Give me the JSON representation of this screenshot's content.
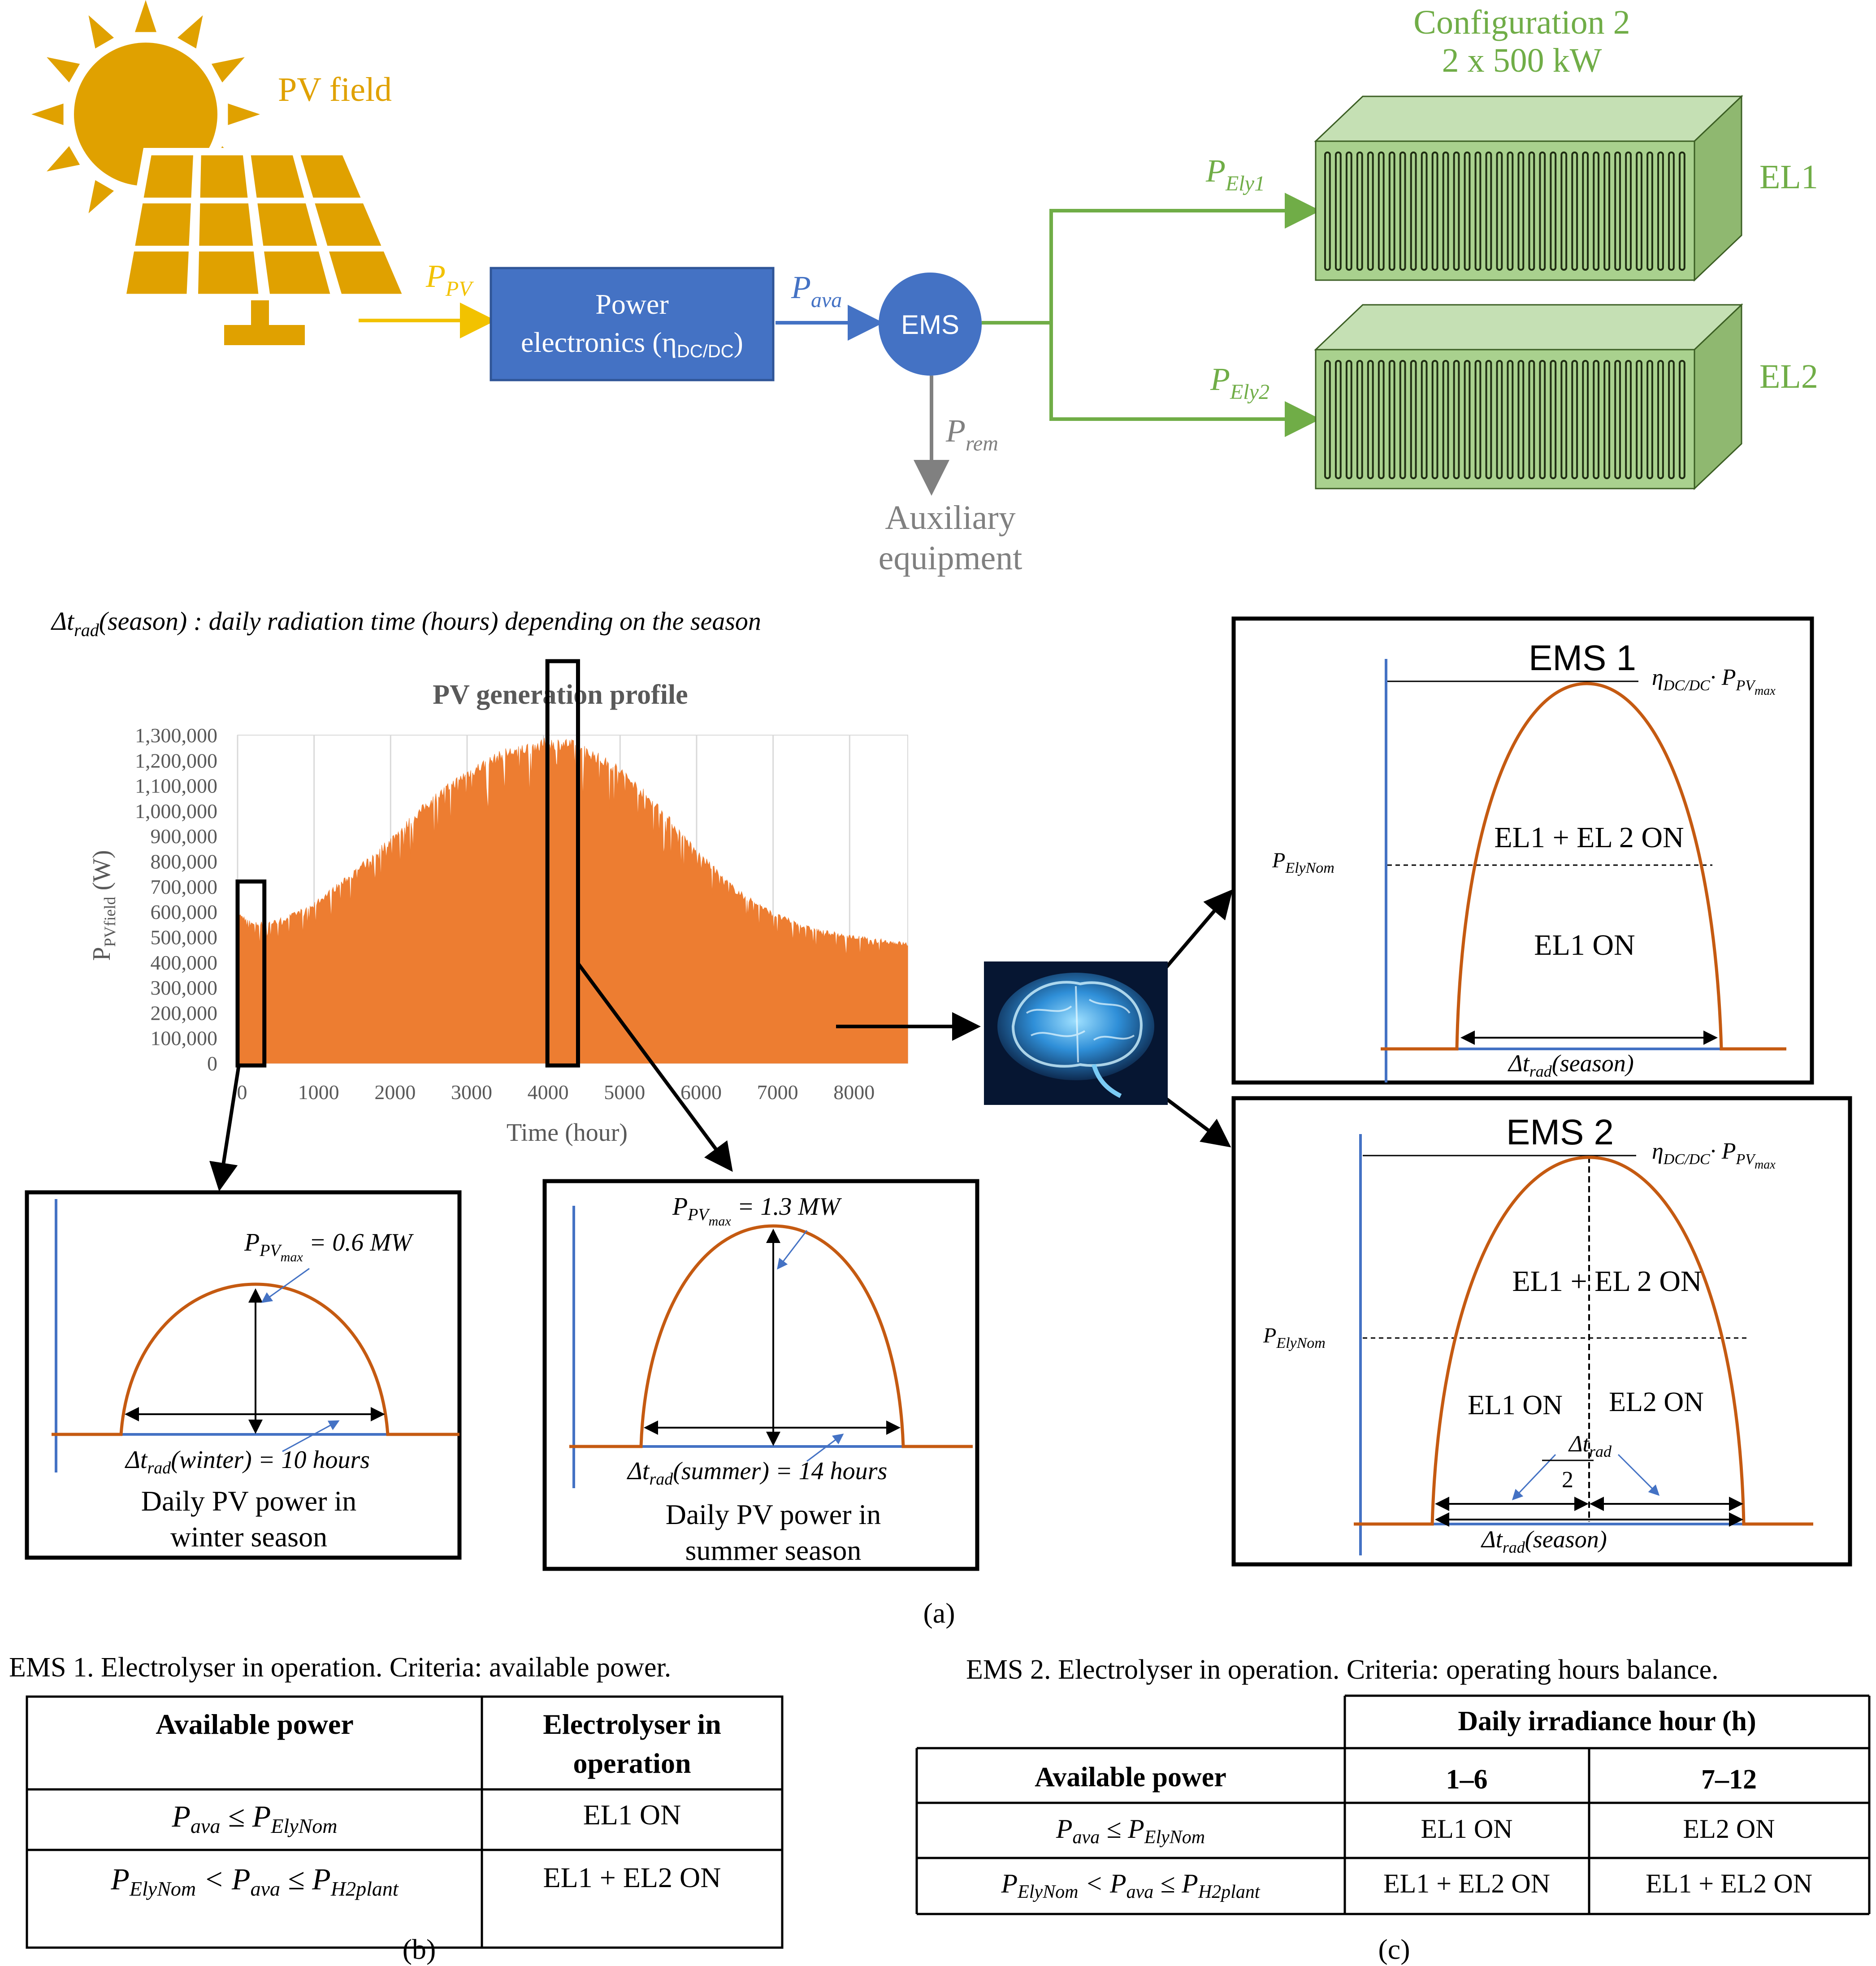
{
  "colors": {
    "sun": "#E0A100",
    "pv_arrow": "#F2C200",
    "power_box": "#4472C4",
    "power_box_border": "#2F5597",
    "green_arrow": "#70AD47",
    "ely_front": "#A9D18E",
    "ely_top": "#C5E0B4",
    "ely_side": "#8FB870",
    "ely_text": "#70AD47",
    "gray_text": "#808080",
    "orange_bar": "#ED7D31",
    "curve": "#C55A11",
    "axis_blue": "#4472C4"
  },
  "top_diagram": {
    "pv_field_label": "PV field",
    "p_pv_label": "P",
    "p_pv_sub": "PV",
    "power_box_line1": "Power",
    "power_box_line2": "electronics   (η",
    "power_box_sub": "DC/DC",
    "power_box_close": ")",
    "p_ava_label": "P",
    "p_ava_sub": "ava",
    "ems_label": "EMS",
    "p_rem_label": "P",
    "p_rem_sub": "rem",
    "aux_line1": "Auxiliary",
    "aux_line2": "equipment",
    "config_line1": "Configuration 2",
    "config_line2": "2 x 500 kW",
    "p_ely1_label": "P",
    "p_ely1_sub": "Ely1",
    "p_ely2_label": "P",
    "p_ely2_sub": "Ely2",
    "el1_label": "EL1",
    "el2_label": "EL2",
    "brain_icon": "brain-icon"
  },
  "delta_note": {
    "symbol": "Δt",
    "sub": "rad",
    "text": "(season) : daily radiation time (hours) depending on the season"
  },
  "chart_data": {
    "type": "area",
    "title": "PV generation profile",
    "xlabel": "Time (hour)",
    "ylabel_main": "P",
    "ylabel_sub": "PVfield",
    "ylabel_unit": " (W)",
    "xlim": [
      0,
      8760
    ],
    "ylim": [
      0,
      1300000
    ],
    "x_ticks": [
      "0",
      "1000",
      "2000",
      "3000",
      "4000",
      "5000",
      "6000",
      "7000",
      "8000"
    ],
    "x_tick_values": [
      0,
      1000,
      2000,
      3000,
      4000,
      5000,
      6000,
      7000,
      8000
    ],
    "y_ticks": [
      "0",
      "100,000",
      "200,000",
      "300,000",
      "400,000",
      "500,000",
      "600,000",
      "700,000",
      "800,000",
      "900,000",
      "1,000,000",
      "1,100,000",
      "1,200,000",
      "1,300,000"
    ],
    "y_tick_values": [
      0,
      100000,
      200000,
      300000,
      400000,
      500000,
      600000,
      700000,
      800000,
      900000,
      1000000,
      1100000,
      1200000,
      1300000
    ],
    "envelope_x": [
      0,
      250,
      500,
      750,
      1000,
      1500,
      2000,
      2500,
      3000,
      3500,
      4000,
      4300,
      4500,
      5000,
      5500,
      6000,
      6500,
      7000,
      7500,
      8000,
      8500,
      8760
    ],
    "envelope_y": [
      600000,
      560000,
      570000,
      600000,
      640000,
      760000,
      900000,
      1050000,
      1170000,
      1250000,
      1290000,
      1290000,
      1270000,
      1180000,
      1030000,
      850000,
      700000,
      600000,
      540000,
      510000,
      490000,
      480000
    ],
    "grid": "vertical",
    "highlight_windows": [
      [
        0,
        350
      ],
      [
        4050,
        4450
      ]
    ]
  },
  "winter_panel": {
    "pmax_label": "P",
    "pmax_sub": "PV",
    "pmax_subsub": "max",
    "pmax_value": " = 0.6 MW",
    "delta_label": "Δt",
    "delta_sub": "rad",
    "delta_text": "(winter) =  10 hours",
    "caption_line1": "Daily PV power in",
    "caption_line2": "winter season"
  },
  "summer_panel": {
    "pmax_label": "P",
    "pmax_sub": "PV",
    "pmax_subsub": "max",
    "pmax_value": " =  1.3 MW",
    "delta_label": "Δt",
    "delta_sub": "rad",
    "delta_text": "(summer) =  14 hours",
    "caption_line1": "Daily PV power in",
    "caption_line2": "summer season"
  },
  "ems1_panel": {
    "title": "EMS 1",
    "eta_label": "η",
    "eta_sub": "DC/DC",
    "eta_dot": "· P",
    "eta_pv_sub": "PV",
    "eta_max": "max",
    "nom_label": "P",
    "nom_sub": "ElyNom",
    "upper_text": "EL1 + EL 2 ON",
    "lower_text": "EL1 ON",
    "delta_label": "Δt",
    "delta_sub": "rad",
    "delta_text": "(season)"
  },
  "ems2_panel": {
    "title": "EMS 2",
    "eta_label": "η",
    "eta_sub": "DC/DC",
    "eta_dot": "· P",
    "eta_pv_sub": "PV",
    "eta_max": "max",
    "nom_label": "P",
    "nom_sub": "ElyNom",
    "upper_text": "EL1 + EL 2 ON",
    "lower_left_text": "EL1 ON",
    "lower_right_text": "EL2 ON",
    "half_num": "Δt",
    "half_num_sub": "rad",
    "half_den": "2",
    "delta_label": "Δt",
    "delta_sub": "rad",
    "delta_text": "(season)"
  },
  "caption_a": "(a)",
  "caption_b": "(b)",
  "caption_c": "(c)",
  "table_b": {
    "title": "EMS 1. Electrolyser  in operation.  Criteria:  available  power.",
    "header_col1": "Available power",
    "header_col2_line1": "Electrolyser in",
    "header_col2_line2": "operation",
    "row1_lhs": "P",
    "row1_lhs_sub": "ava",
    "row1_op": " ≤ P",
    "row1_rhs_sub": "ElyNom",
    "row1_value": "EL1 ON",
    "row2_a": "P",
    "row2_a_sub": "ElyNom",
    "row2_op1": " < P",
    "row2_b_sub": "ava",
    "row2_op2": " ≤ P",
    "row2_c_sub": "H2plant",
    "row2_value": "EL1 + EL2  ON"
  },
  "table_c": {
    "title": "EMS 2. Electrolyser  in operation.  Criteria:  operating  hours balance.",
    "group_header": "Daily irradiance hour (h)",
    "header_col1": "Available power",
    "header_col2": "1–6",
    "header_col3": "7–12",
    "row1_lhs": "P",
    "row1_lhs_sub": "ava",
    "row1_op": " ≤ P",
    "row1_rhs_sub": "ElyNom",
    "row1_v1": "EL1 ON",
    "row1_v2": "EL2 ON",
    "row2_a": "P",
    "row2_a_sub": "ElyNom",
    "row2_op1": " < P",
    "row2_b_sub": "ava",
    "row2_op2": " ≤ P",
    "row2_c_sub": "H2plant",
    "row2_v1": "EL1 + EL2  ON",
    "row2_v2": "EL1 + EL2 ON"
  }
}
